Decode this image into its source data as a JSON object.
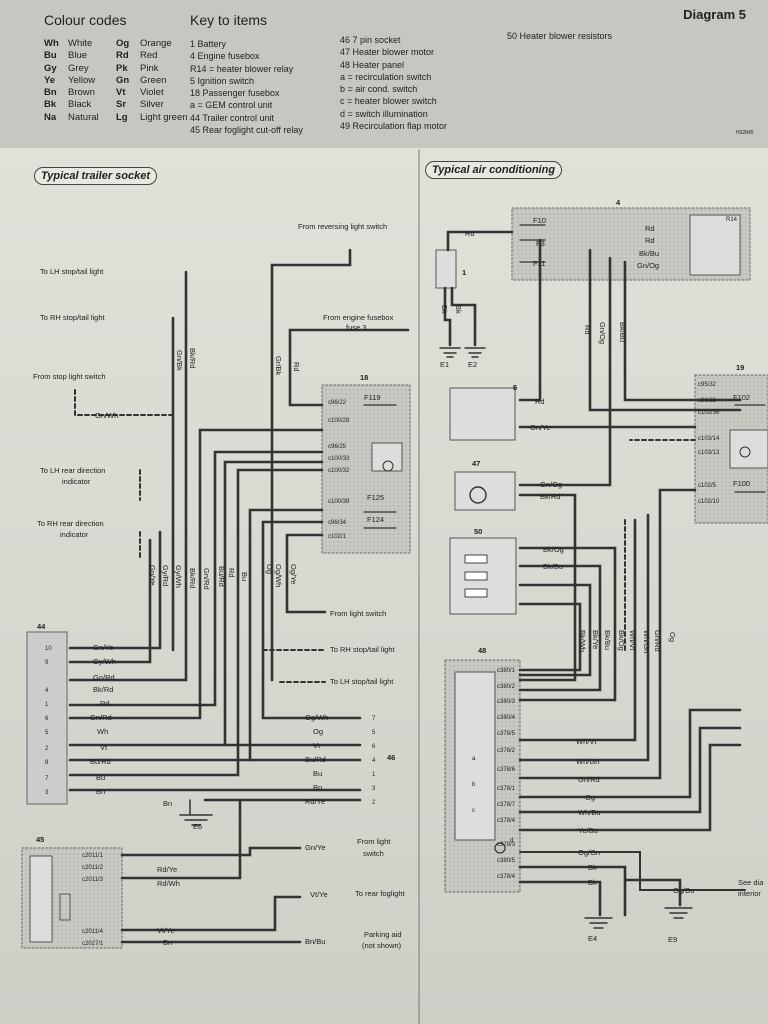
{
  "header": {
    "colour_codes_title": "Colour codes",
    "key_title": "Key to items",
    "diagram_title": "Diagram 5",
    "diagram_id": "H32845"
  },
  "colour_codes": [
    {
      "ab": "Wh",
      "name": "White",
      "ab2": "Og",
      "name2": "Orange"
    },
    {
      "ab": "Bu",
      "name": "Blue",
      "ab2": "Rd",
      "name2": "Red"
    },
    {
      "ab": "Gy",
      "name": "Grey",
      "ab2": "Pk",
      "name2": "Pink"
    },
    {
      "ab": "Ye",
      "name": "Yellow",
      "ab2": "Gn",
      "name2": "Green"
    },
    {
      "ab": "Bn",
      "name": "Brown",
      "ab2": "Vt",
      "name2": "Violet"
    },
    {
      "ab": "Bk",
      "name": "Black",
      "ab2": "Sr",
      "name2": "Silver"
    },
    {
      "ab": "Na",
      "name": "Natural",
      "ab2": "Lg",
      "name2": "Light green"
    }
  ],
  "key_col1": [
    "1  Battery",
    "4  Engine fusebox",
    "   R14 = heater blower relay",
    "5  Ignition switch",
    "18 Passenger fusebox",
    "   a = GEM control unit",
    "44 Trailer control unit",
    "45 Rear foglight cut-off relay"
  ],
  "key_col2": [
    "46 7 pin socket",
    "47 Heater blower motor",
    "48 Heater panel",
    "   a = recirculation switch",
    "   b = air cond. switch",
    "   c = heater blower switch",
    "   d = switch illumination",
    "49 Recirculation flap motor"
  ],
  "key_col3": [
    "50 Heater blower resistors"
  ],
  "sections": {
    "left": "Typical trailer socket",
    "right": "Typical air conditioning"
  },
  "left_labels": {
    "reversing": "From reversing light switch",
    "lh_stop": "To LH stop/tail light",
    "rh_stop": "To RH stop/tail light",
    "stop_switch": "From stop light switch",
    "engine_fuse_1": "From engine fusebox",
    "engine_fuse_2": "fuse 3",
    "lh_dir_1": "To LH rear direction",
    "lh_dir_2": "indicator",
    "rh_dir_1": "To RH rear direction",
    "rh_dir_2": "indicator",
    "from_light_switch": "From light switch",
    "to_rh_stop": "To RH stop/tail light",
    "to_lh_stop": "To LH stop/tail light",
    "from_light_switch2_1": "From light",
    "from_light_switch2_2": "switch",
    "to_rear_fog": "To rear foglight",
    "parking_1": "Parking aid",
    "parking_2": "(not shown)",
    "gnwh": "Gn/Wh"
  },
  "right_labels": {
    "see_1": "See dia",
    "see_2": "interior"
  },
  "components": {
    "c18": "18",
    "c44": "44",
    "c45": "45",
    "c46": "46",
    "c4": "4",
    "c1": "1",
    "c5": "5",
    "c47": "47",
    "c50": "50",
    "c48": "48",
    "c19": "19",
    "f119": "F119",
    "f125": "F125",
    "f124": "F124",
    "f10": "F10",
    "f3": "F3",
    "f11": "F11",
    "r14": "R14",
    "f102": "F102",
    "f100": "F100",
    "e1": "E1",
    "e2": "E2",
    "e6": "E6",
    "e4": "E4",
    "e9": "E9"
  },
  "fusebox18_pins": [
    "c96/22",
    "c100/28",
    "c96/25",
    "c100/33",
    "c100/32",
    "c100/39",
    "c96/34",
    "c102/1"
  ],
  "trailer44_rows": [
    {
      "pin": "10",
      "wire": "Gn/Ye"
    },
    {
      "pin": "9",
      "wire": "Gy/Wh"
    },
    {
      "pin": "",
      "wire": "Gn/Rd"
    },
    {
      "pin": "4",
      "wire": "Bk/Rd"
    },
    {
      "pin": "1",
      "wire": "Rd"
    },
    {
      "pin": "6",
      "wire": "Gn/Rd"
    },
    {
      "pin": "5",
      "wire": "Wh"
    },
    {
      "pin": "2",
      "wire": "Vt"
    },
    {
      "pin": "8",
      "wire": "Bu/Rd"
    },
    {
      "pin": "7",
      "wire": "Bu"
    },
    {
      "pin": "3",
      "wire": "Bn"
    }
  ],
  "socket46_rows": [
    {
      "wire": "Og/Wh",
      "pin": "7"
    },
    {
      "wire": "Og",
      "pin": "5"
    },
    {
      "wire": "Vt",
      "pin": "6"
    },
    {
      "wire": "Bu/Rd",
      "pin": "4"
    },
    {
      "wire": "Bu",
      "pin": "1"
    },
    {
      "wire": "Bn",
      "pin": "3"
    },
    {
      "wire": "Rd/Ye",
      "pin": "2"
    }
  ],
  "relay45_pins": [
    "c2011/1",
    "c2011/2",
    "c2011/3",
    "c2011/4",
    "c2027/1"
  ],
  "relay45_wires": [
    "Rd/Ye",
    "Rd/Wh",
    "Vt/Ye",
    "Bn"
  ],
  "left_wires": {
    "bkrd": "Bk/Rd",
    "gnbk": "Gn/Bk",
    "grbk": "Gr/Bk",
    "rd": "Rd",
    "bn": "Bn",
    "gnye_v": "Gn/Ye",
    "gyrd": "Gy/Rd",
    "gywh": "Gy/Wh",
    "gnrd_v": "Gn/Rd",
    "bkrd_v": "Bk/Rd",
    "burd_v": "Bu/Rd",
    "rd_v": "Rd",
    "bu_v": "Bu",
    "og_v": "Og",
    "ogwh_v": "Og/Wh",
    "ogye_v": "Og/Ye",
    "gnye_h": "Gn/Ye",
    "vtye_h": "Vt/Ye",
    "bnbu_h": "Bn/Bu"
  },
  "right_wires": {
    "rd_batt": "Rd",
    "bk1": "Bk",
    "bk2": "Bk",
    "rd_r1": "Rd",
    "rd_r2": "Rd",
    "bkbu_r": "Bk/Bu",
    "gnog_r": "Gn/Og",
    "rd_v": "Rd",
    "gnog_v": "Gn/Og",
    "bkbu_v": "Bk/Bu",
    "rd_5": "Rd",
    "gnye_5": "Gn/Ye",
    "gnog_47": "Gn/Og",
    "bkrd_47": "Bk/Rd",
    "bkog_50": "Bk/Og",
    "bkbu_50": "Bk/Bu",
    "v_bkwh": "Bk/Wh",
    "v_bkye": "Bk/Ye",
    "v_bkbu": "Bk/Bu",
    "v_bkog": "Bk/Og",
    "v_whvt": "Wh/Vt",
    "v_whgn": "Wh/Gn",
    "v_gnrd": "Gn/Rd",
    "v_og": "Og",
    "h_whvt": "Wh/Vt",
    "h_whgn": "Wh/Gn",
    "h_gnrd": "Gn/Rd",
    "h_og": "Og",
    "h_whbu": "Wh/Bu",
    "h_yebu": "Ye/Bu",
    "h_oggn": "Og/Gn",
    "h_bk1": "Bk",
    "h_bk2": "Bk",
    "h_ogbu": "Og/Bu"
  },
  "fusebox19_pins": [
    "c95/32",
    "c96/22",
    "c102/36",
    "c103/14",
    "c103/13",
    "c102/5",
    "c102/10"
  ],
  "panel48_pins": [
    "c380/1",
    "c380/2",
    "c380/3",
    "c380/4",
    "c378/5",
    "c378/2",
    "c378/6",
    "c378/1",
    "c378/7",
    "c378/4",
    "c378/3",
    "c380/5",
    "c378/4"
  ],
  "panel48_sw": [
    "a",
    "b",
    "c",
    "d"
  ]
}
